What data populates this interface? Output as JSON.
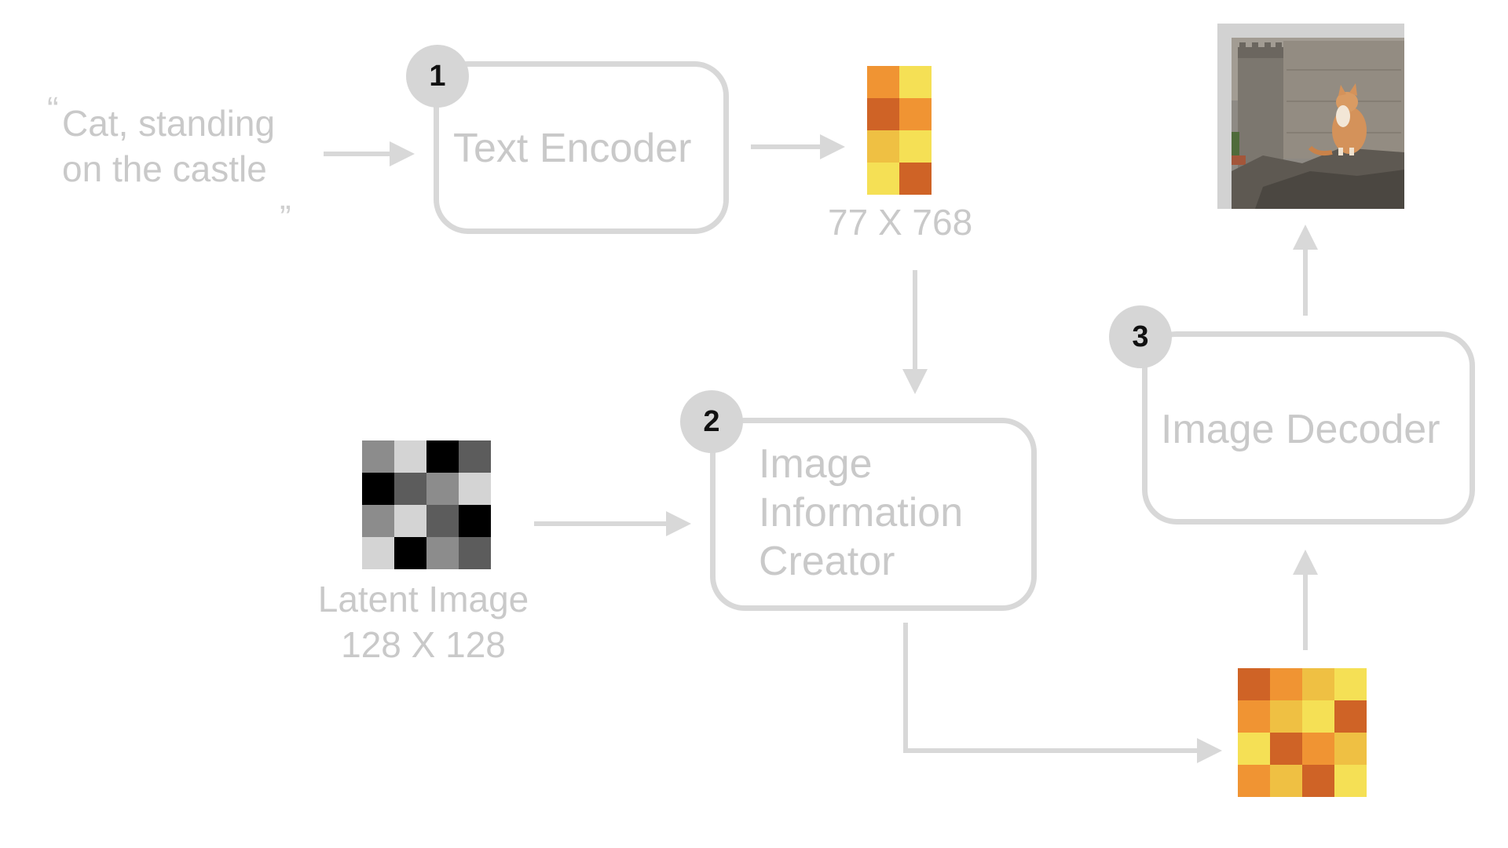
{
  "prompt": {
    "line1": "Cat, standing",
    "line2": "on the castle",
    "open_quote": "“",
    "close_quote": "„"
  },
  "components": {
    "text_encoder": {
      "step": "1",
      "label": "Text Encoder"
    },
    "image_information_creator": {
      "step": "2",
      "line1": "Image",
      "line2": "Information",
      "line3": "Creator"
    },
    "image_decoder": {
      "step": "3",
      "label": "Image Decoder"
    }
  },
  "token_embeddings": {
    "dims": "77 X 768",
    "colors": [
      "#f09433",
      "#f5e055",
      "#cf6326",
      "#f09433",
      "#efc043",
      "#f5e055",
      "#f5e055",
      "#cf6326"
    ]
  },
  "latent_image": {
    "line1": "Latent Image",
    "line2": "128 X 128",
    "colors": [
      "#8c8c8c",
      "#d4d4d4",
      "#000000",
      "#5c5c5c",
      "#000000",
      "#5c5c5c",
      "#8c8c8c",
      "#d4d4d4",
      "#8c8c8c",
      "#d4d4d4",
      "#5c5c5c",
      "#000000",
      "#d4d4d4",
      "#000000",
      "#8c8c8c",
      "#5c5c5c"
    ]
  },
  "processed_latents": {
    "colors": [
      "#cf6326",
      "#f09433",
      "#efc043",
      "#f5e055",
      "#f09433",
      "#efc043",
      "#f5e055",
      "#cf6326",
      "#f5e055",
      "#cf6326",
      "#f09433",
      "#efc043",
      "#f09433",
      "#efc043",
      "#cf6326",
      "#f5e055"
    ]
  },
  "output_image": {
    "subject": "cat-on-castle-photo"
  },
  "colors": {
    "wire": "#d8d8d8",
    "text": "#c9c9c9",
    "badge": "#d6d6d6"
  }
}
